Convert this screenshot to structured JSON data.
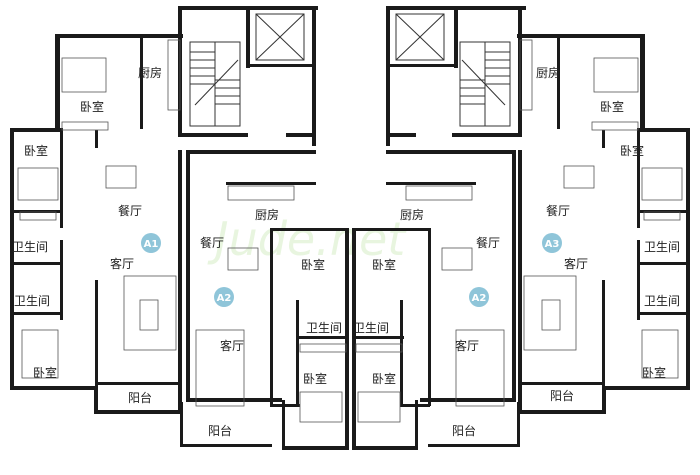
{
  "labels": {
    "kitchen": "厨房",
    "bedroom": "卧室",
    "dining": "餐厅",
    "living": "客厅",
    "bathroom": "卫生间",
    "balcony": "阳台"
  },
  "units": [
    "A1",
    "A2",
    "A2",
    "A3"
  ],
  "colors": {
    "wall": "#1a1a1a",
    "badge": "#8fc5d9"
  }
}
